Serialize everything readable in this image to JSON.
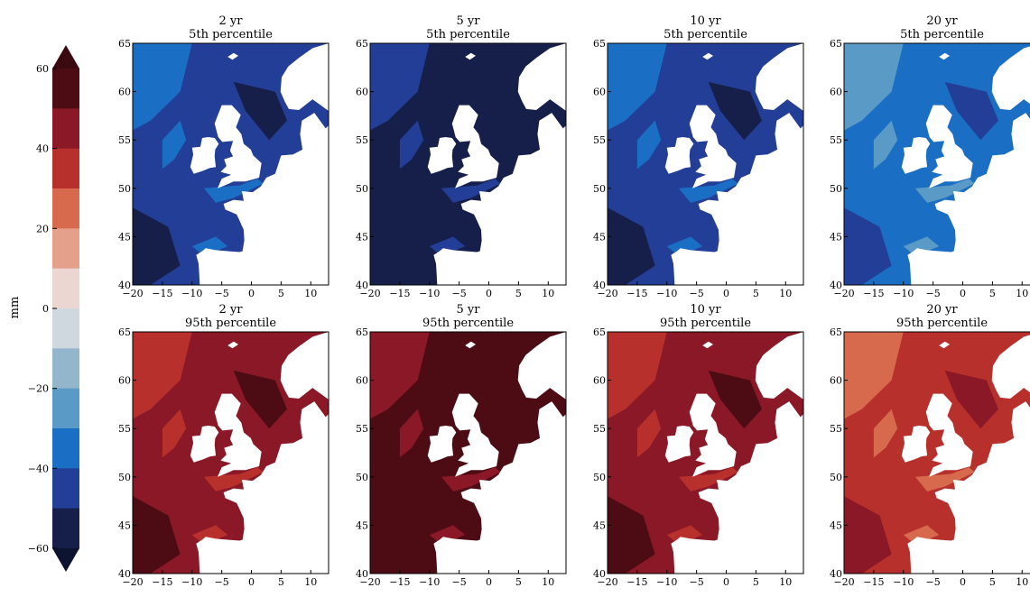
{
  "chart_data": {
    "type": "heatmap",
    "colorbar": {
      "label": "mm",
      "ticks": [
        60,
        40,
        20,
        0,
        -20,
        -40,
        -60
      ],
      "range": [
        -60,
        60
      ],
      "extend": "both",
      "bins": [
        {
          "lo": 50,
          "hi": 60,
          "color": "#4d0c14"
        },
        {
          "lo": 40,
          "hi": 50,
          "color": "#8a1827"
        },
        {
          "lo": 30,
          "hi": 40,
          "color": "#b7302c"
        },
        {
          "lo": 20,
          "hi": 30,
          "color": "#d76a4d"
        },
        {
          "lo": 10,
          "hi": 20,
          "color": "#e4a08b"
        },
        {
          "lo": 0,
          "hi": 10,
          "color": "#ecd6d2"
        },
        {
          "lo": -10,
          "hi": 0,
          "color": "#cfd8df"
        },
        {
          "lo": -20,
          "hi": -10,
          "color": "#93b6cd"
        },
        {
          "lo": -30,
          "hi": -20,
          "color": "#5a9ac6"
        },
        {
          "lo": -40,
          "hi": -30,
          "color": "#1a6fc4"
        },
        {
          "lo": -50,
          "hi": -40,
          "color": "#233e96"
        },
        {
          "lo": -60,
          "hi": -50,
          "color": "#151f4a"
        }
      ],
      "extend_colors": {
        "top": "#3b0a10",
        "bottom": "#0d1430"
      }
    },
    "xticks": [
      "−20",
      "−15",
      "−10",
      "−5",
      "0",
      "5",
      "10"
    ],
    "yticks": [
      "65",
      "60",
      "55",
      "50",
      "45",
      "40"
    ],
    "xlim": [
      -20,
      13
    ],
    "ylim": [
      40,
      65
    ],
    "panels": [
      {
        "title1": "2 yr",
        "title2": "5th percentile",
        "base": -45,
        "alt": -33,
        "deep": -55
      },
      {
        "title1": "5 yr",
        "title2": "5th percentile",
        "base": -55,
        "alt": -45,
        "deep": -58
      },
      {
        "title1": "10 yr",
        "title2": "5th percentile",
        "base": -45,
        "alt": -33,
        "deep": -55
      },
      {
        "title1": "20 yr",
        "title2": "5th percentile",
        "base": -33,
        "alt": -25,
        "deep": -45
      },
      {
        "title1": "2 yr",
        "title2": "95th percentile",
        "base": 45,
        "alt": 35,
        "deep": 55
      },
      {
        "title1": "5 yr",
        "title2": "95th percentile",
        "base": 55,
        "alt": 45,
        "deep": 58
      },
      {
        "title1": "10 yr",
        "title2": "95th percentile",
        "base": 45,
        "alt": 35,
        "deep": 55
      },
      {
        "title1": "20 yr",
        "title2": "95th percentile",
        "base": 35,
        "alt": 25,
        "deep": 45
      }
    ]
  }
}
